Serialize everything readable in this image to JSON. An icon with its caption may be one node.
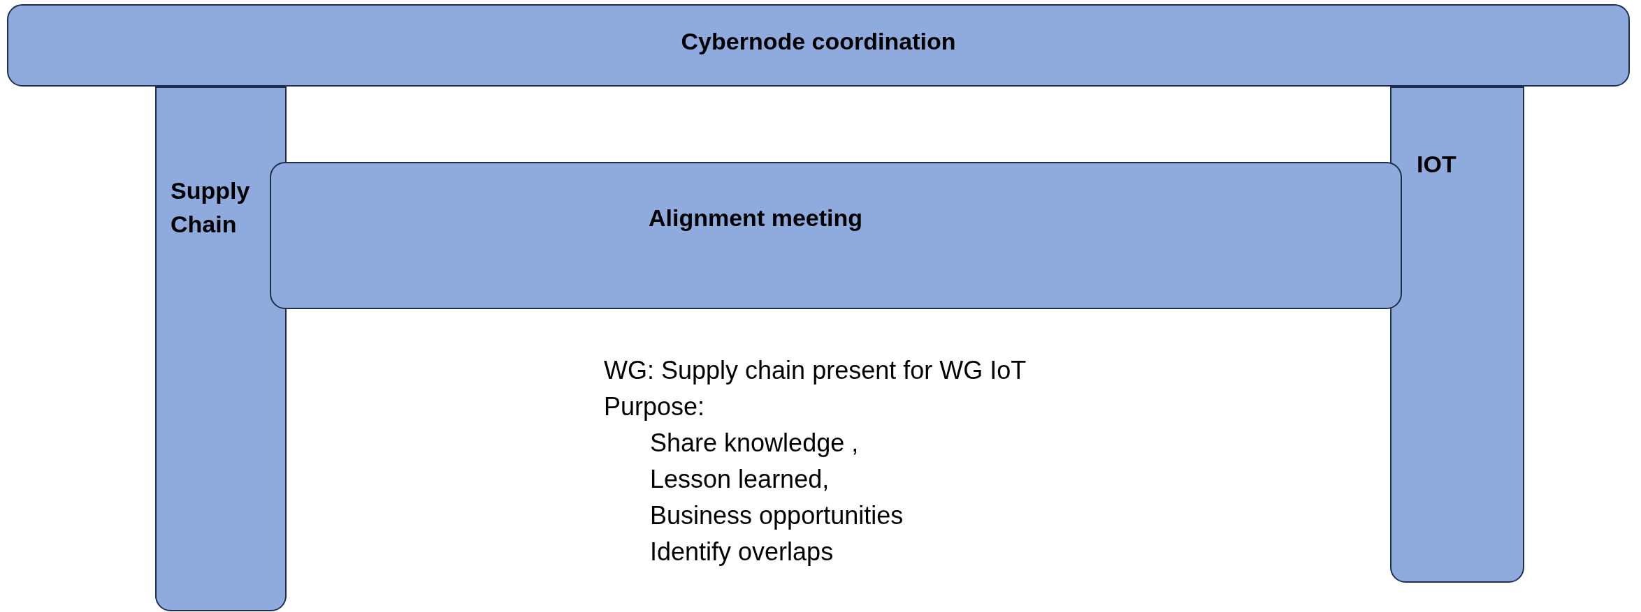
{
  "diagram": {
    "nodes": [
      {
        "text": [
          "Cybernode coordination"
        ]
      },
      {
        "text": [
          "Supply Chain"
        ]
      },
      {
        "text": [
          "IOT"
        ]
      },
      {
        "text": [
          "Alignment meeting"
        ]
      }
    ],
    "labels": [
      "WG: Supply chain present for WG IoT",
      "Purpose:",
      "Share knowledge ,",
      "Lesson learned,",
      "Business opportunities",
      "Identify overlaps"
    ]
  }
}
